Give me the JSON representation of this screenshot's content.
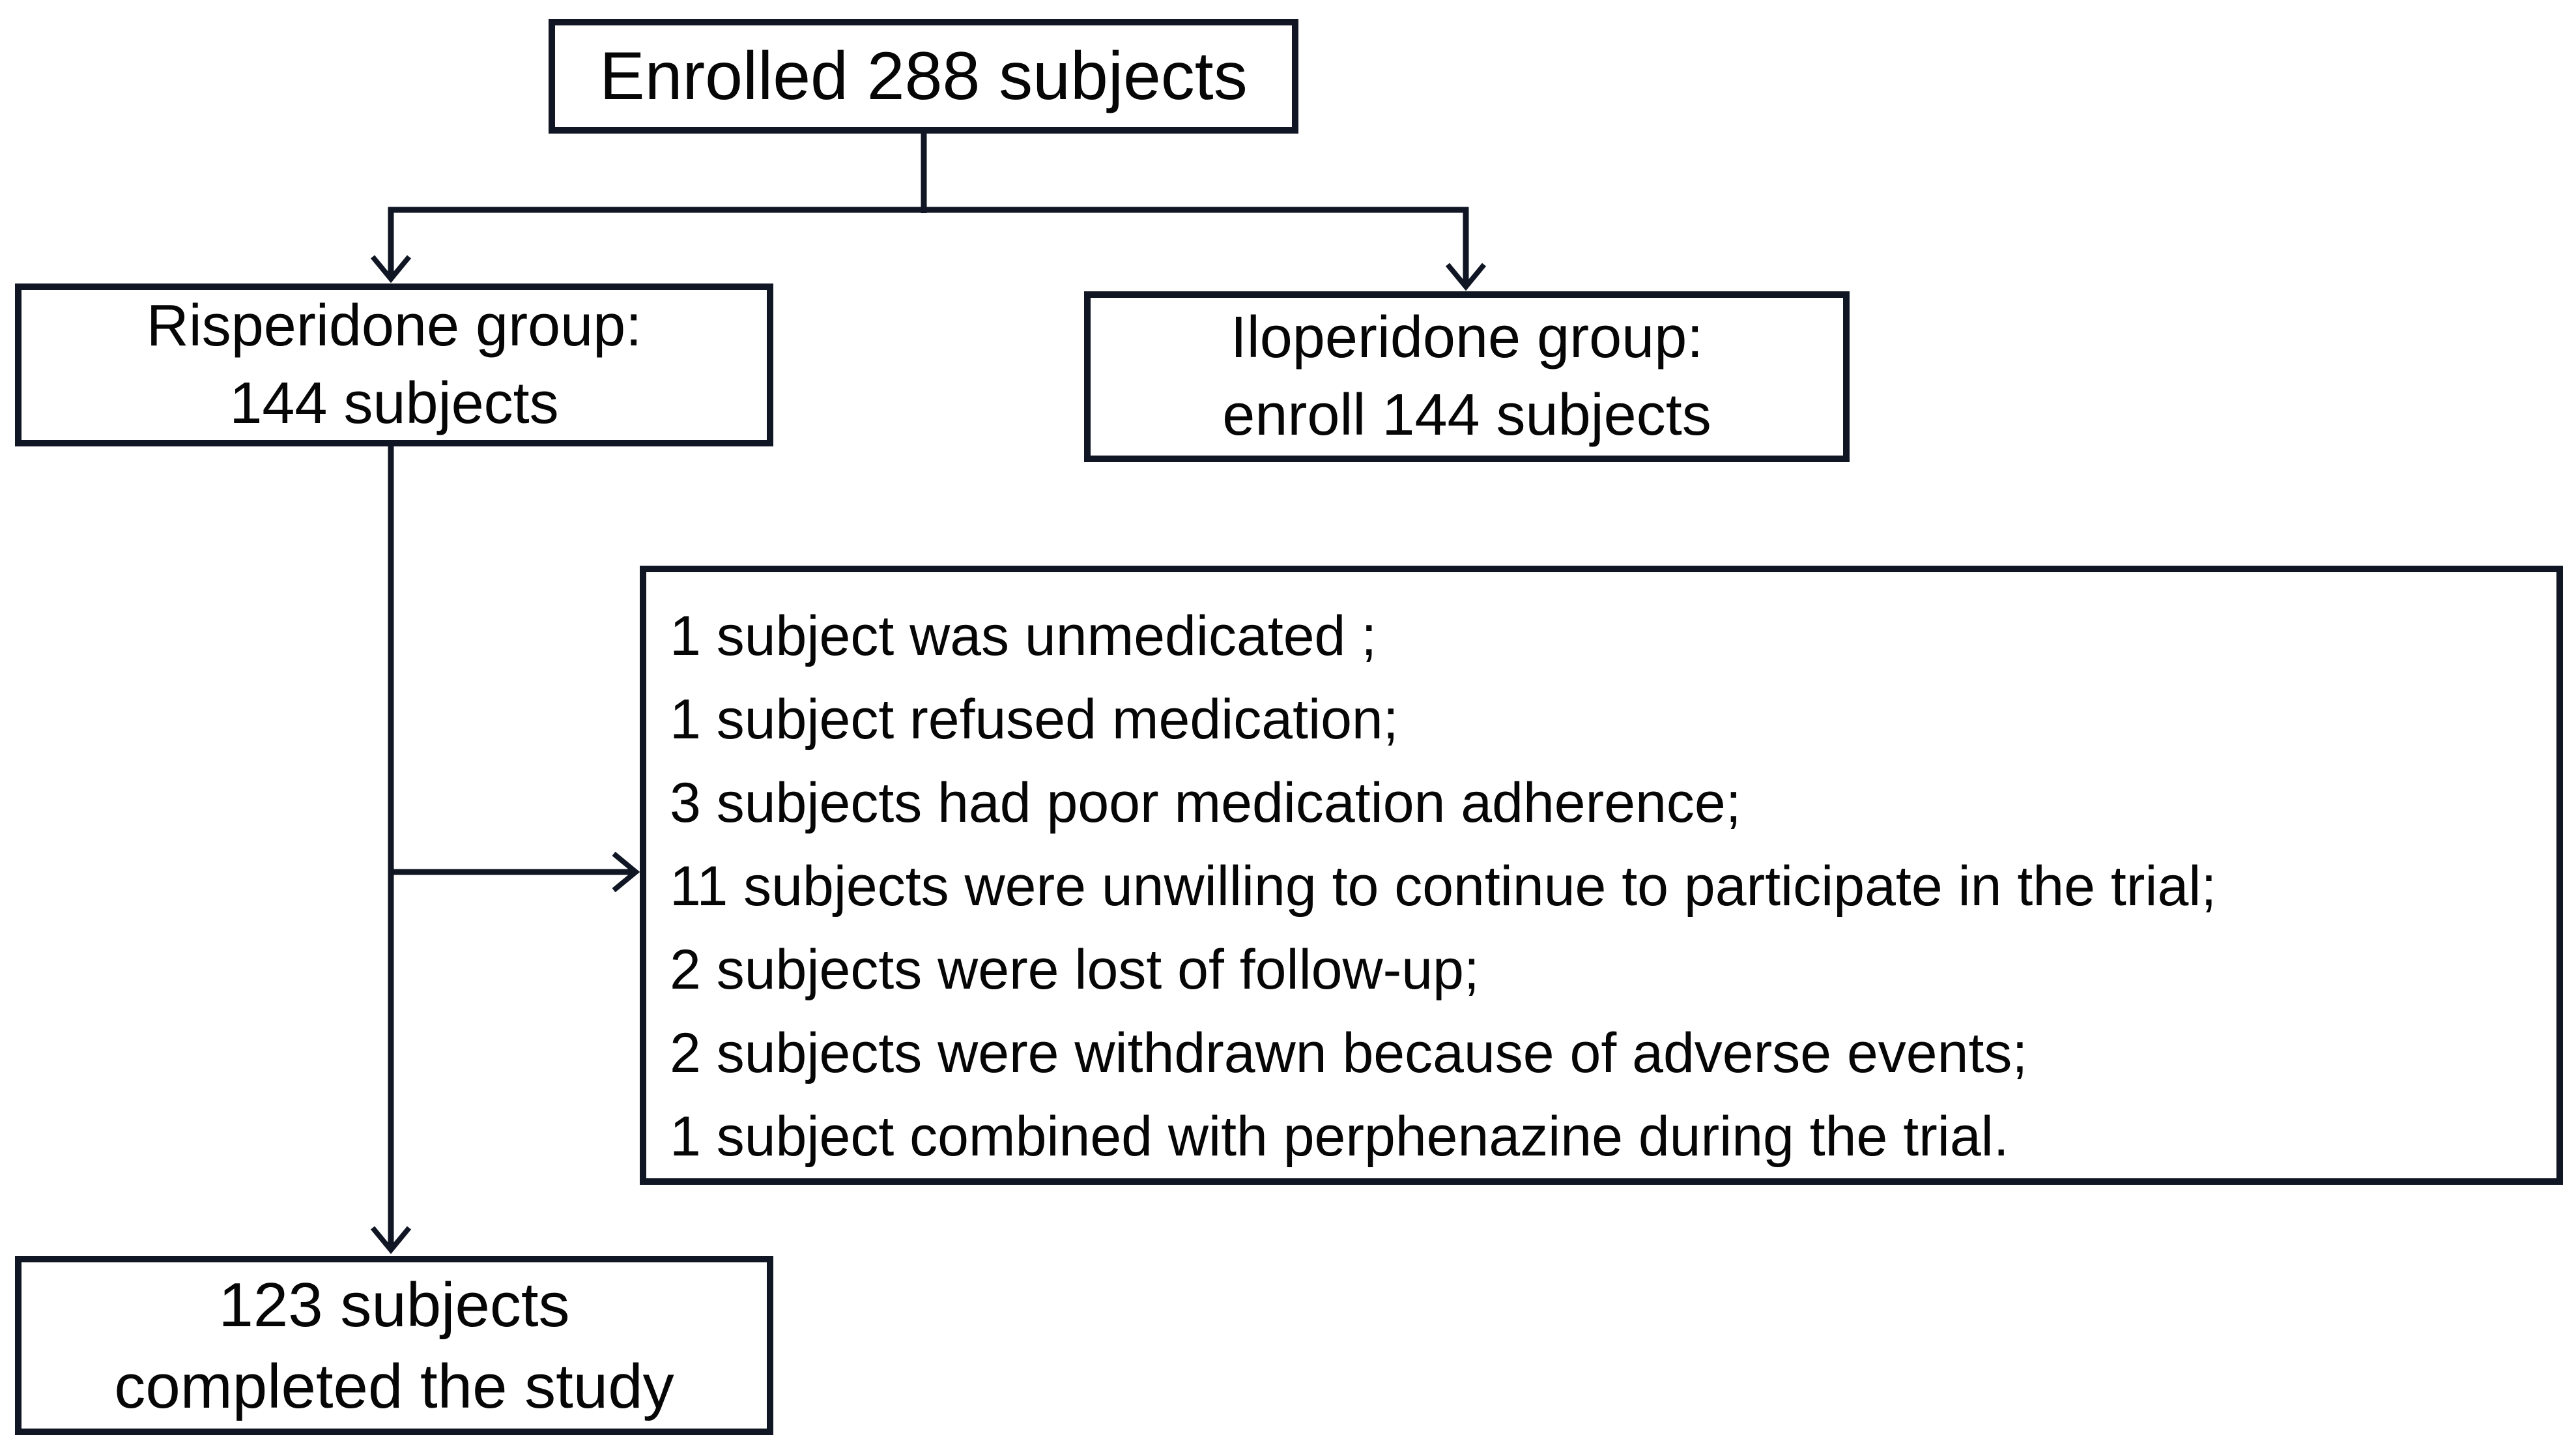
{
  "colors": {
    "line": "#111624",
    "text": "#060606",
    "background": "#ffffff"
  },
  "boxes": {
    "enrolled": {
      "text": "Enrolled 288 subjects"
    },
    "risperidone": {
      "line1": "Risperidone group:",
      "line2": "144 subjects"
    },
    "iloperidone": {
      "line1": "Iloperidone group:",
      "line2": "enroll 144 subjects"
    },
    "withdrawals": {
      "lines": [
        "1 subject was unmedicated ;",
        "1 subject refused medication;",
        "3 subjects had poor medication adherence;",
        "11 subjects were unwilling to continue to participate in the trial;",
        "2 subjects were lost of follow-up;",
        "2 subjects were withdrawn because of adverse events;",
        "1 subject combined with perphenazine during the trial."
      ]
    },
    "completed": {
      "line1": "123 subjects",
      "line2": "completed the study"
    }
  }
}
